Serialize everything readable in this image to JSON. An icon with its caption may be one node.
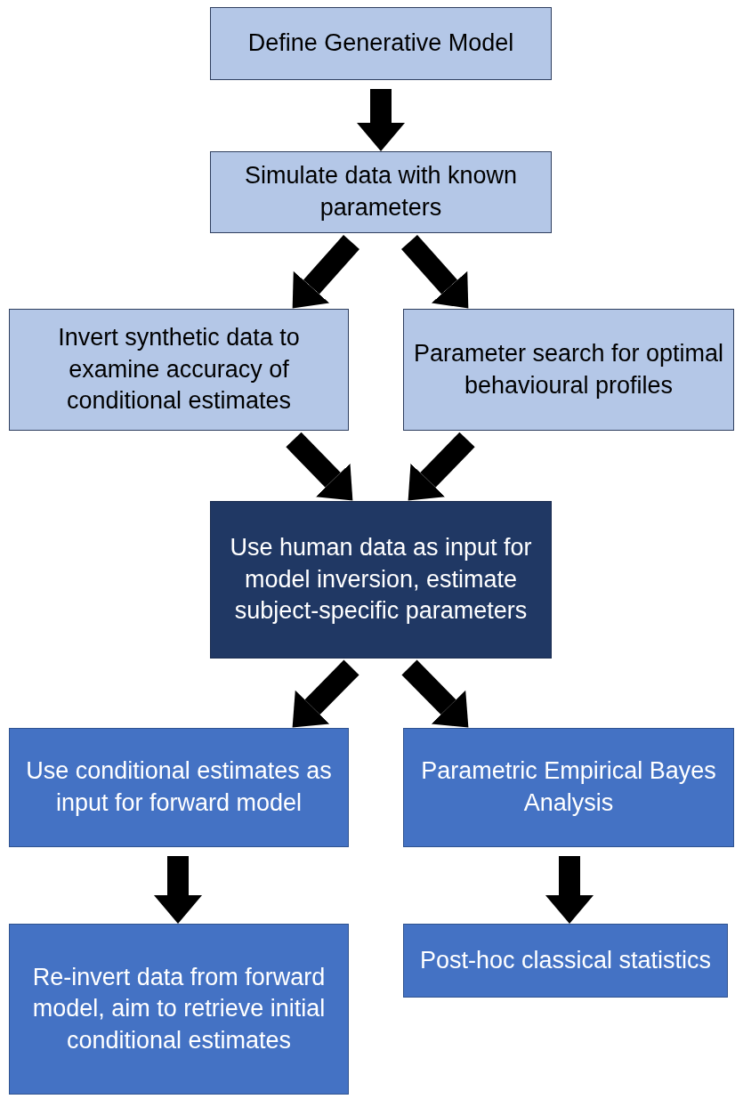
{
  "diagram": {
    "nodes": [
      {
        "text": [
          "Define Generative Model"
        ]
      },
      {
        "text": [
          "Simulate data with known parameters"
        ]
      },
      {
        "text": [
          "Invert synthetic data to examine accuracy of conditional estimates"
        ]
      },
      {
        "text": [
          "Parameter search for optimal behavioural profiles"
        ]
      },
      {
        "text": [
          "Use human data as input for model inversion, estimate subject-specific parameters"
        ]
      },
      {
        "text": [
          "Use conditional estimates as input for forward model"
        ]
      },
      {
        "text": [
          "Parametric Empirical Bayes Analysis"
        ]
      },
      {
        "text": [
          "Re-invert data from forward model, aim to retrieve initial conditional estimates"
        ]
      },
      {
        "text": [
          "Post-hoc classical statistics"
        ]
      }
    ],
    "edges": [
      {
        "from": 0,
        "to": 1,
        "arrow": "to"
      },
      {
        "from": 1,
        "to": 2,
        "arrow": "to"
      },
      {
        "from": 1,
        "to": 3,
        "arrow": "to"
      },
      {
        "from": 2,
        "to": 4,
        "arrow": "to"
      },
      {
        "from": 3,
        "to": 4,
        "arrow": "to"
      },
      {
        "from": 4,
        "to": 5,
        "arrow": "to"
      },
      {
        "from": 4,
        "to": 6,
        "arrow": "to"
      },
      {
        "from": 5,
        "to": 7,
        "arrow": "to"
      },
      {
        "from": 6,
        "to": 8,
        "arrow": "to"
      }
    ]
  }
}
